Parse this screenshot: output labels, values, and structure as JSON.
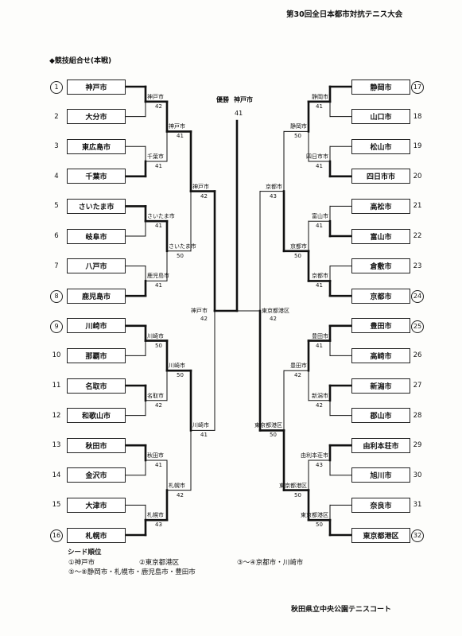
{
  "title": "第30回全日本都市対抗テニス大会",
  "subtitle": "◆競技組合せ(本戦)",
  "champion": {
    "label": "優勝",
    "city": "神戸市",
    "score": "41"
  },
  "left_teams": [
    {
      "seed": "1",
      "circled": true,
      "name": "神戸市"
    },
    {
      "seed": "2",
      "circled": false,
      "name": "大分市"
    },
    {
      "seed": "3",
      "circled": false,
      "name": "東広島市"
    },
    {
      "seed": "4",
      "circled": false,
      "name": "千葉市"
    },
    {
      "seed": "5",
      "circled": false,
      "name": "さいたま市"
    },
    {
      "seed": "6",
      "circled": false,
      "name": "岐阜市"
    },
    {
      "seed": "7",
      "circled": false,
      "name": "八戸市"
    },
    {
      "seed": "8",
      "circled": true,
      "name": "鹿児島市"
    },
    {
      "seed": "9",
      "circled": true,
      "name": "川崎市"
    },
    {
      "seed": "10",
      "circled": false,
      "name": "那覇市"
    },
    {
      "seed": "11",
      "circled": false,
      "name": "名取市"
    },
    {
      "seed": "12",
      "circled": false,
      "name": "和歌山市"
    },
    {
      "seed": "13",
      "circled": false,
      "name": "秋田市"
    },
    {
      "seed": "14",
      "circled": false,
      "name": "金沢市"
    },
    {
      "seed": "15",
      "circled": false,
      "name": "大津市"
    },
    {
      "seed": "16",
      "circled": true,
      "name": "札幌市"
    }
  ],
  "right_teams": [
    {
      "seed": "17",
      "circled": true,
      "name": "静岡市"
    },
    {
      "seed": "18",
      "circled": false,
      "name": "山口市"
    },
    {
      "seed": "19",
      "circled": false,
      "name": "松山市"
    },
    {
      "seed": "20",
      "circled": false,
      "name": "四日市市"
    },
    {
      "seed": "21",
      "circled": false,
      "name": "高松市"
    },
    {
      "seed": "22",
      "circled": false,
      "name": "富山市"
    },
    {
      "seed": "23",
      "circled": false,
      "name": "倉敷市"
    },
    {
      "seed": "24",
      "circled": true,
      "name": "京都市"
    },
    {
      "seed": "25",
      "circled": true,
      "name": "豊田市"
    },
    {
      "seed": "26",
      "circled": false,
      "name": "高崎市"
    },
    {
      "seed": "27",
      "circled": false,
      "name": "新潟市"
    },
    {
      "seed": "28",
      "circled": false,
      "name": "郡山市"
    },
    {
      "seed": "29",
      "circled": false,
      "name": "由利本荘市"
    },
    {
      "seed": "30",
      "circled": false,
      "name": "旭川市"
    },
    {
      "seed": "31",
      "circled": false,
      "name": "奈良市"
    },
    {
      "seed": "32",
      "circled": true,
      "name": "東京都港区"
    }
  ],
  "left_r1": [
    {
      "winner": "神戸市",
      "score": "42"
    },
    {
      "winner": "千葉市",
      "score": "41"
    },
    {
      "winner": "さいたま市",
      "score": "41"
    },
    {
      "winner": "鹿児島市",
      "score": "41"
    },
    {
      "winner": "川崎市",
      "score": "50"
    },
    {
      "winner": "名取市",
      "score": "42"
    },
    {
      "winner": "秋田市",
      "score": "41"
    },
    {
      "winner": "札幌市",
      "score": "43"
    }
  ],
  "left_r2": [
    {
      "winner": "神戸市",
      "score": "41"
    },
    {
      "winner": "さいたま市",
      "score": "50"
    },
    {
      "winner": "川崎市",
      "score": "50"
    },
    {
      "winner": "札幌市",
      "score": "42"
    }
  ],
  "left_r3": [
    {
      "winner": "神戸市",
      "score": "42"
    },
    {
      "winner": "川崎市",
      "score": "41"
    }
  ],
  "left_semi": {
    "winner": "神戸市",
    "score": "42"
  },
  "right_r1": [
    {
      "winner": "静岡市",
      "score": "41"
    },
    {
      "winner": "四日市市",
      "score": "41"
    },
    {
      "winner": "富山市",
      "score": "41"
    },
    {
      "winner": "京都市",
      "score": "41"
    },
    {
      "winner": "豊田市",
      "score": "41"
    },
    {
      "winner": "新潟市",
      "score": "42"
    },
    {
      "winner": "由利本荘市",
      "score": "43"
    },
    {
      "winner": "東京都港区",
      "score": "50"
    }
  ],
  "right_r2": [
    {
      "winner": "静岡市",
      "score": "50"
    },
    {
      "winner": "京都市",
      "score": "50"
    },
    {
      "winner": "豊田市",
      "score": "42"
    },
    {
      "winner": "東京都港区",
      "score": "50"
    }
  ],
  "right_r3": [
    {
      "winner": "京都市",
      "score": "43"
    },
    {
      "winner": "東京都港区",
      "score": "50"
    }
  ],
  "right_semi": {
    "winner": "東京都港区",
    "score": "42"
  },
  "legend": {
    "title": "シード順位",
    "s1": "①神戸市",
    "s2": "②東京都港区",
    "s34": "③～④京都市・川崎市",
    "s58": "⑤～⑧静岡市・札幌市・鹿児島市・豊田市"
  },
  "venue": "秋田県立中央公園テニスコート"
}
